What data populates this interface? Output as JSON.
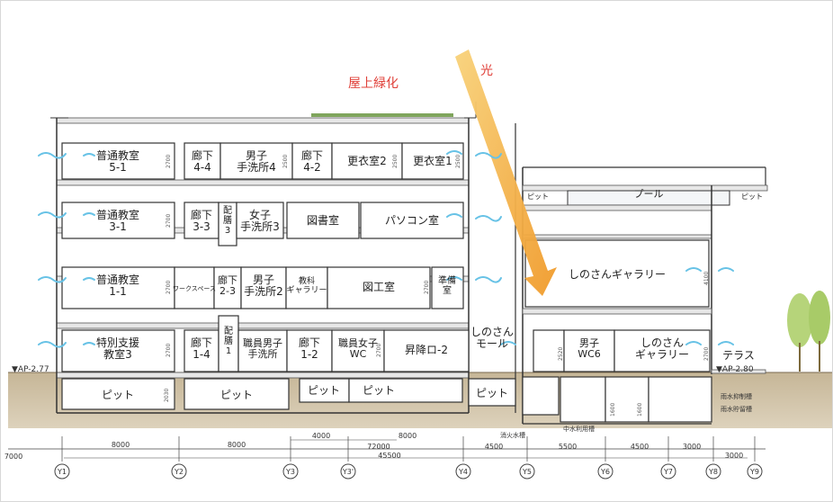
{
  "annotations": {
    "rooftop_greening": "屋上緑化",
    "light": "光",
    "level_left": "▼AP-2.77",
    "level_right": "▼AP-2.80",
    "terrace": "テラス",
    "fire_tank": "消火水槽",
    "reuse_tank": "中水利用槽",
    "rain_control": "雨水抑制槽",
    "rain_storage": "雨水貯留槽",
    "pool": "プール",
    "pit": "ピット"
  },
  "rooms": {
    "r5_1": "普通教室\n5-1",
    "r5_2": "廊下\n4-4",
    "r5_3": "男子\n手洗所4",
    "r5_4": "廊下\n4-2",
    "r5_5": "更衣室2",
    "r5_6": "更衣室1",
    "r4_1": "普通教室\n3-1",
    "r4_2": "廊下\n3-3",
    "r4_3": "配\n膳\n3",
    "r4_4": "女子\n手洗所3",
    "r4_5": "図書室",
    "r4_6": "パソコン室",
    "r3_1": "普通教室\n1-1",
    "r3_2": "ワークスペース",
    "r3_3": "廊下\n2-3",
    "r3_4": "男子\n手洗所2",
    "r3_5": "教科\nギャラリー",
    "r3_6": "図工室",
    "r3_7": "準備\n室",
    "r2_1": "特別支援\n教室3",
    "r2_2": "廊下\n1-4",
    "r2_3": "配\n膳\n1",
    "r2_4": "職員男子\n手洗所",
    "r2_5": "廊下\n1-2",
    "r2_6": "職員女子\nWC",
    "r2_7": "昇降ロ-2",
    "mall": "しのさん\nモール",
    "gallery_big": "しのさんギャラリー",
    "wc6": "男子\nWC6",
    "gallery_small": "しのさん\nギャラリー",
    "pit1": "ピット",
    "pit2": "ピット",
    "pit3": "ピット",
    "pit4": "ピット",
    "pit5": "ピット"
  },
  "heights": {
    "h2700": "2700",
    "h2500": "2500",
    "h2030": "2030",
    "h1600": "1600",
    "h4100": "4100",
    "h2520": "2520"
  },
  "dimensions": {
    "d7000": "7000",
    "d8000a": "8000",
    "d8000b": "8000",
    "d4000": "4000",
    "d8000c": "8000",
    "d72000": "72000",
    "d4500a": "4500",
    "d45500": "45500",
    "d5500": "5500",
    "d4500b": "4500",
    "d3000a": "3000",
    "d3000b": "3000"
  },
  "axes": [
    "Y1",
    "Y2",
    "Y3",
    "Y3'",
    "Y4",
    "Y5",
    "Y6",
    "Y7",
    "Y8",
    "Y9"
  ],
  "colors": {
    "ground": "#c8b99c",
    "arrow": "#f0a732",
    "wind": "#67c2e6",
    "red": "#e0413a",
    "tree": "#b6d47a"
  }
}
